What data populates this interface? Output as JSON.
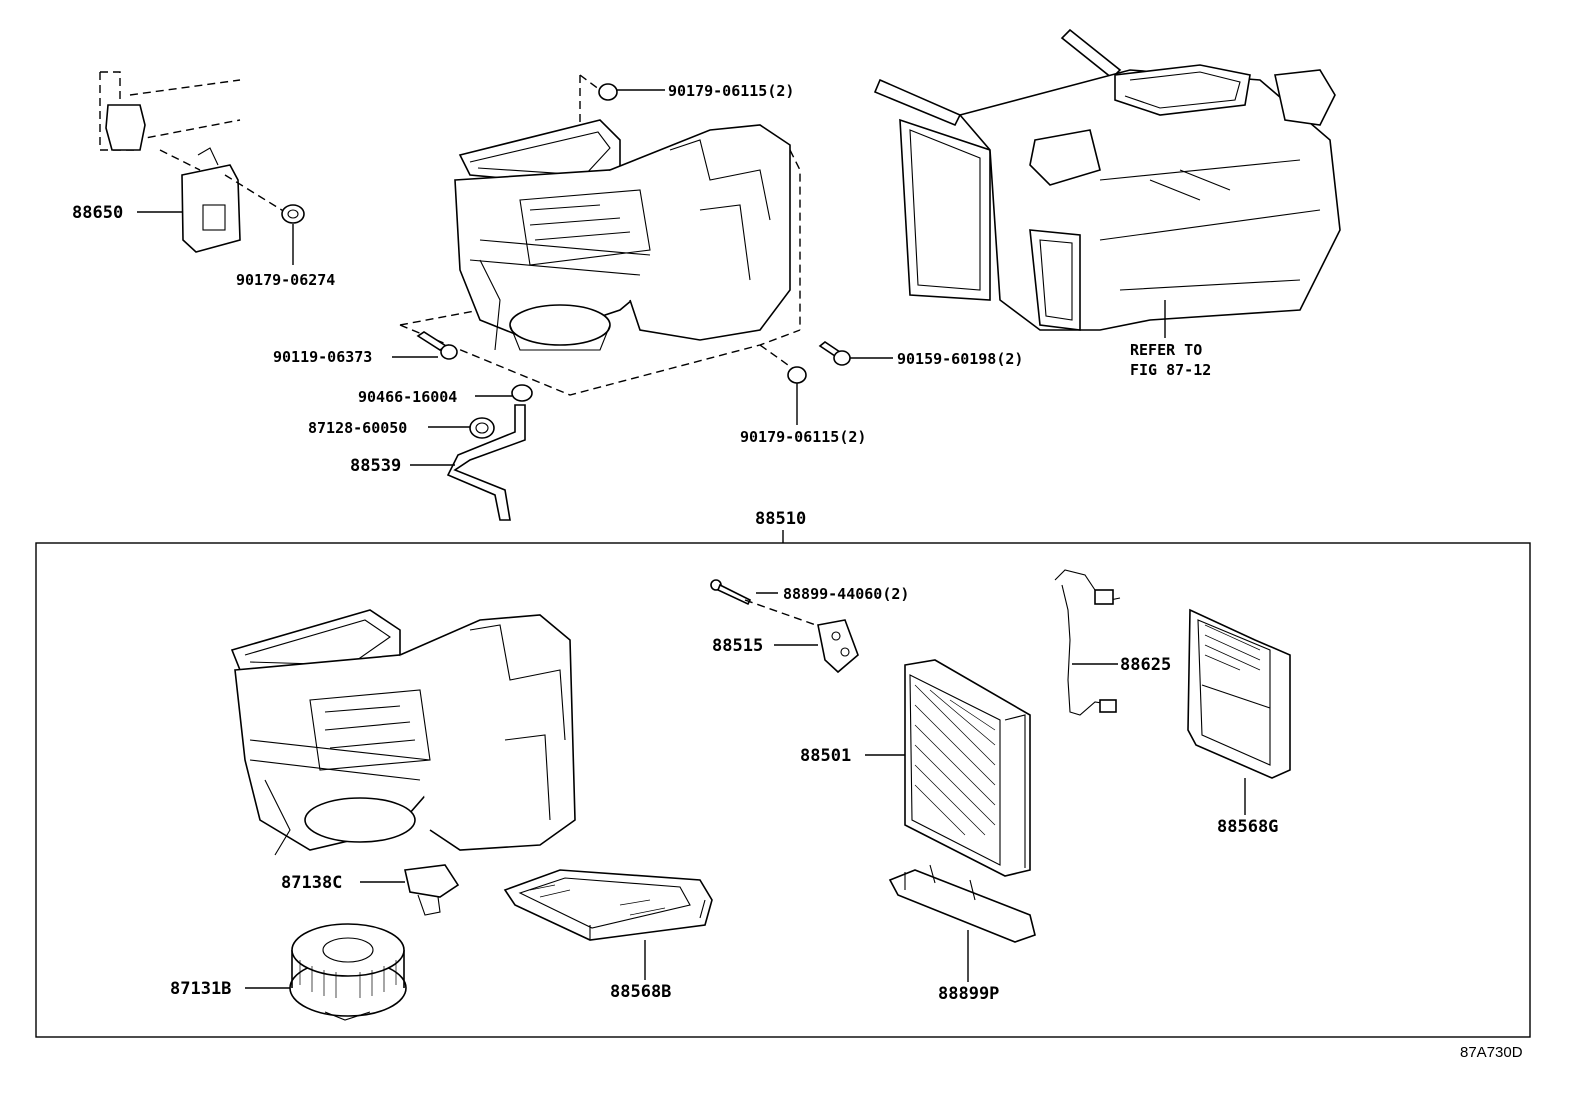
{
  "diagram_code": "87A730D",
  "assembly": {
    "label": "88510"
  },
  "parts": {
    "computer": "88650",
    "nut_a": "90179-06274",
    "nut_top": "90179-06115(2)",
    "screw_left": "90119-06373",
    "clamp": "90466-16004",
    "grommet": "87128-60050",
    "drain_hose": "88539",
    "nut_bottom": "90179-06115(2)",
    "bolt_right": "90159-60198(2)",
    "refer_line1": "REFER TO",
    "refer_line2": "FIG 87-12",
    "bolt_valve": "88899-44060(2)",
    "expansion_valve": "88515",
    "thermistor": "88625",
    "evaporator": "88501",
    "filter_g": "88568G",
    "servo": "87138C",
    "filter_b": "88568B",
    "cover_p": "88899P",
    "blower_motor": "87131B"
  }
}
